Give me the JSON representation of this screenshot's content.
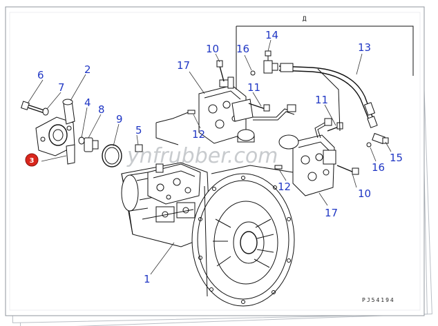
{
  "diagram": {
    "corner_mark": "Д",
    "drawing_code": "PJ54194",
    "watermark": "ynfrubber.com",
    "highlighted_part": "3",
    "callouts": [
      {
        "id": "c1",
        "text": "1"
      },
      {
        "id": "c2",
        "text": "2"
      },
      {
        "id": "c4",
        "text": "4"
      },
      {
        "id": "c5",
        "text": "5"
      },
      {
        "id": "c6",
        "text": "6"
      },
      {
        "id": "c7",
        "text": "7"
      },
      {
        "id": "c8",
        "text": "8"
      },
      {
        "id": "c9",
        "text": "9"
      },
      {
        "id": "c10a",
        "text": "10"
      },
      {
        "id": "c10b",
        "text": "10"
      },
      {
        "id": "c11a",
        "text": "11"
      },
      {
        "id": "c11b",
        "text": "11"
      },
      {
        "id": "c12a",
        "text": "12"
      },
      {
        "id": "c12b",
        "text": "12"
      },
      {
        "id": "c13",
        "text": "13"
      },
      {
        "id": "c14",
        "text": "14"
      },
      {
        "id": "c15",
        "text": "15"
      },
      {
        "id": "c16a",
        "text": "16"
      },
      {
        "id": "c16b",
        "text": "16"
      },
      {
        "id": "c17a",
        "text": "17"
      },
      {
        "id": "c17b",
        "text": "17"
      }
    ]
  },
  "colors": {
    "callout": "#1f36c4",
    "badge": "#d9261c",
    "frame_shadow": "#c8cdd3"
  }
}
